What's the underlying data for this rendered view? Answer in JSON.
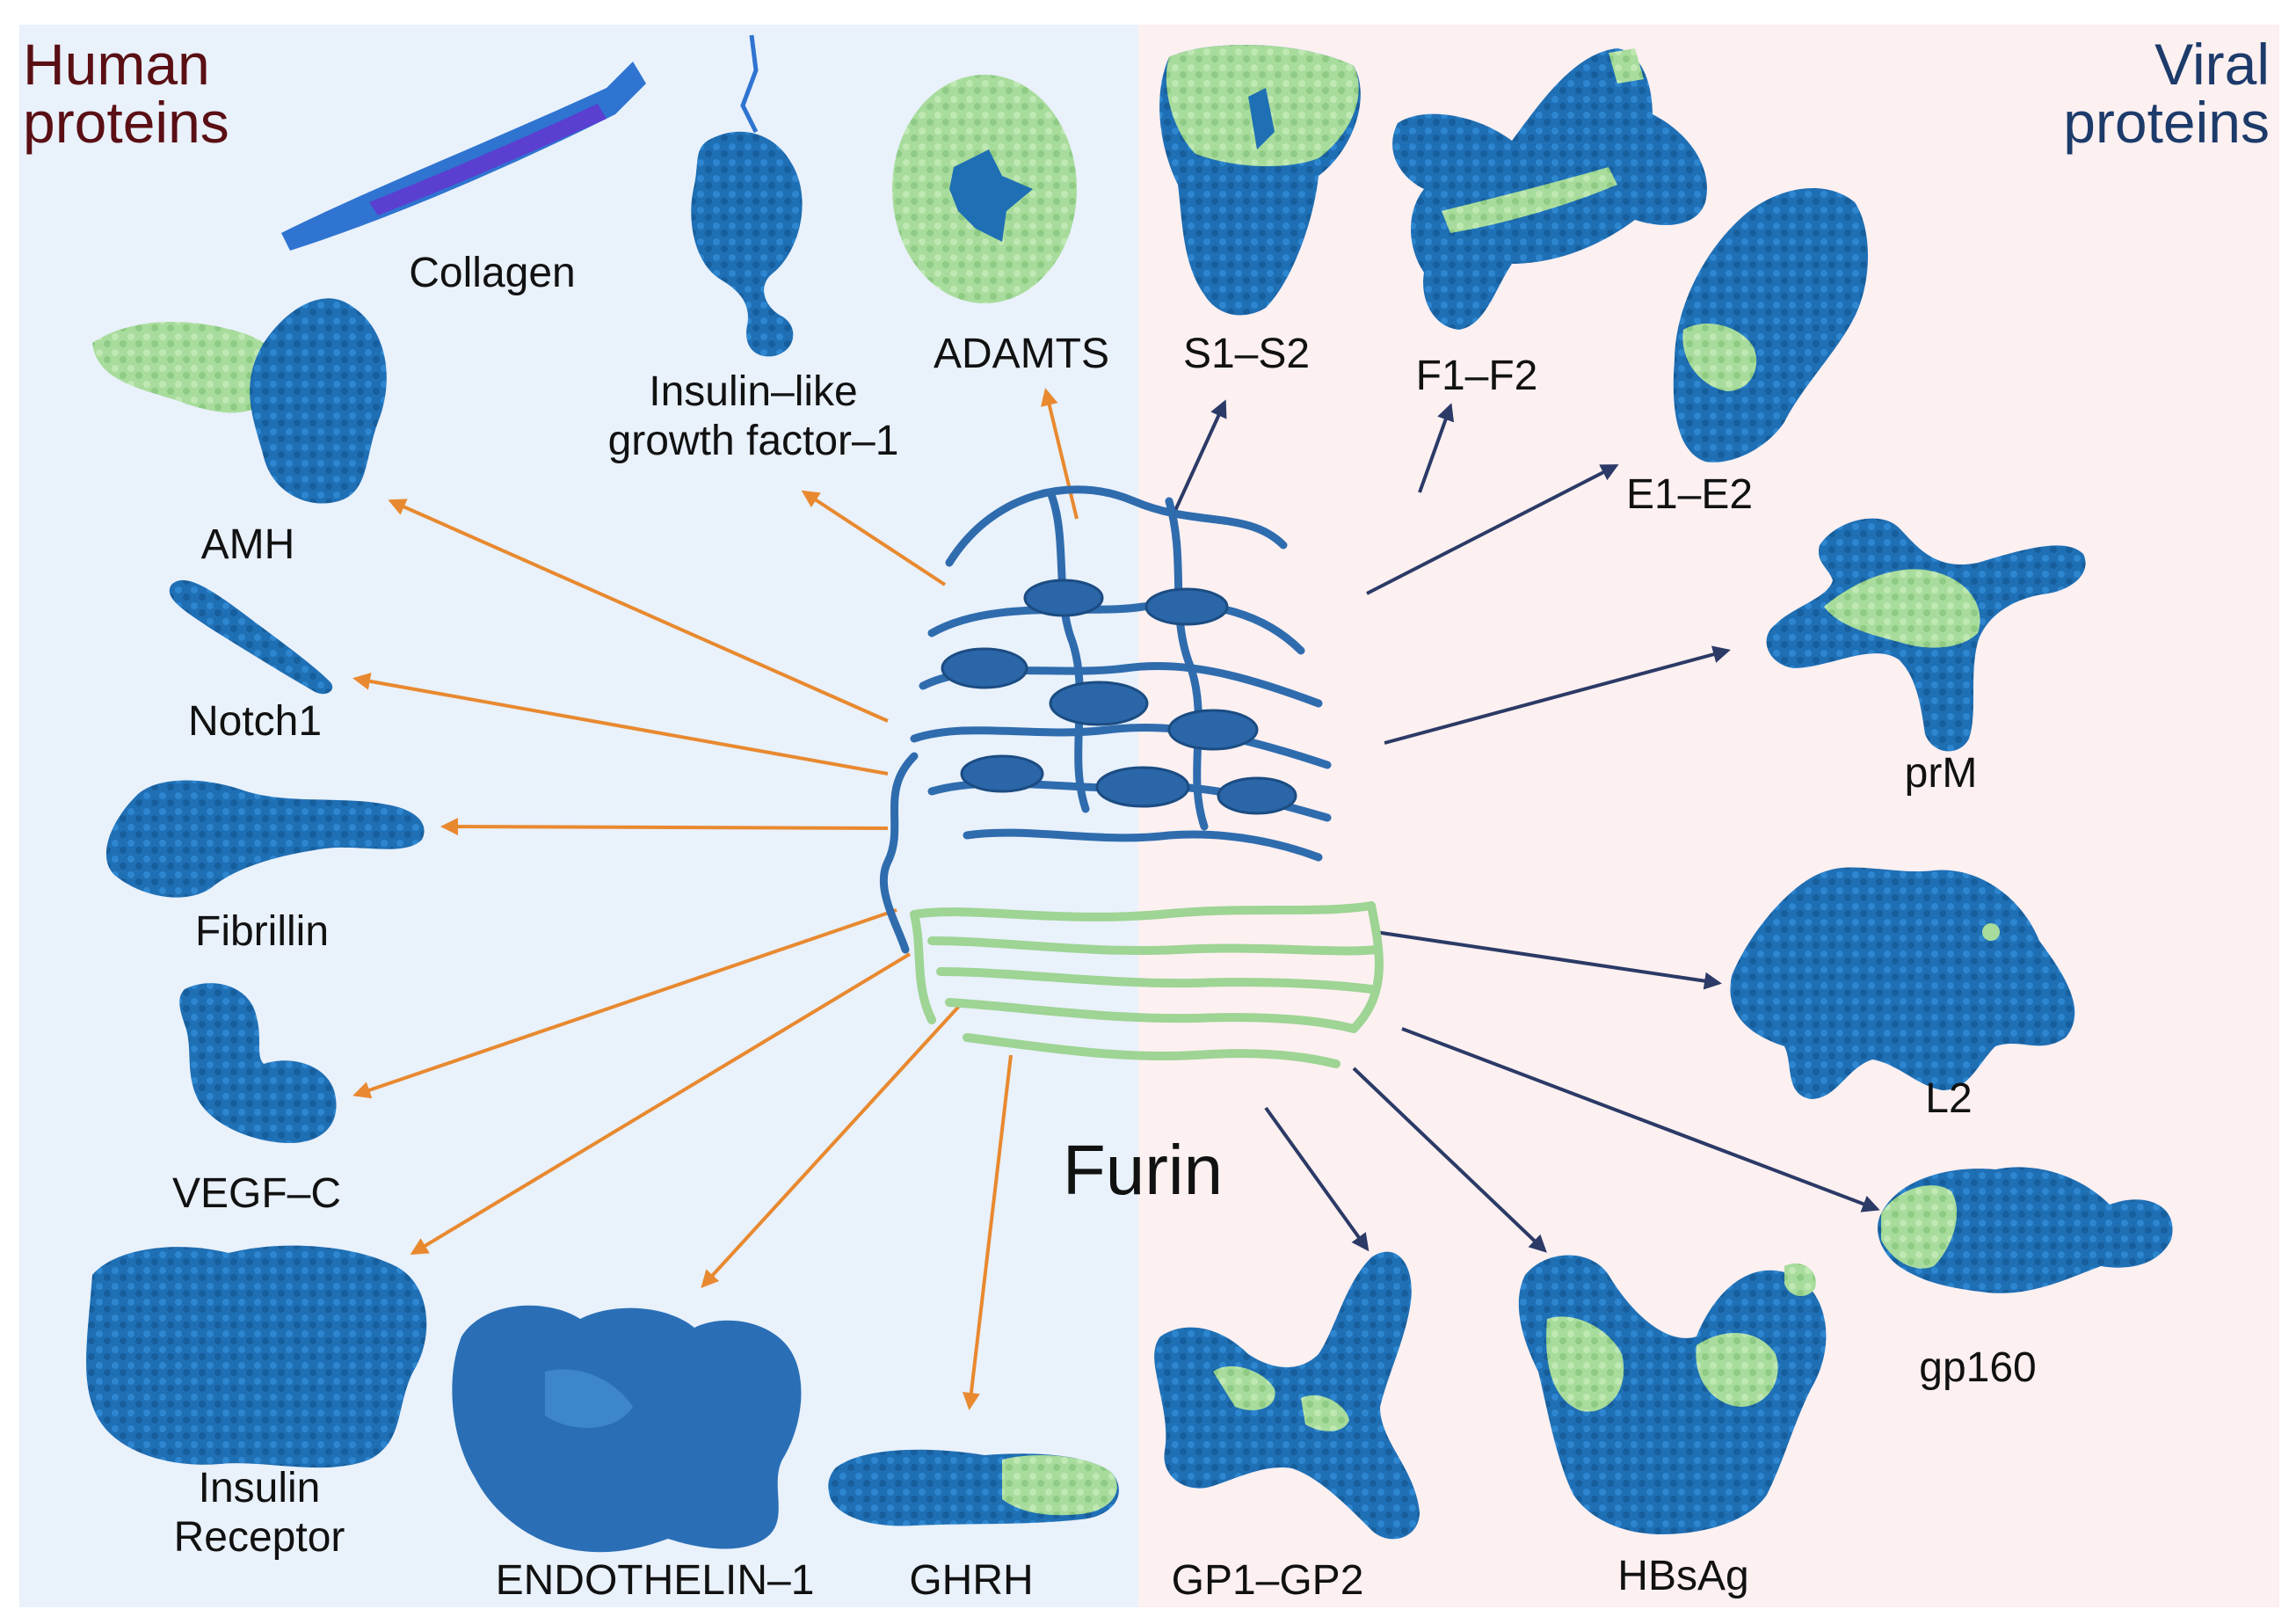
{
  "headings": {
    "human": [
      "Human",
      "proteins"
    ],
    "viral": [
      "Viral",
      "proteins"
    ]
  },
  "center": {
    "label": "Furin"
  },
  "human_proteins": [
    {
      "id": "collagen",
      "label": "Collagen"
    },
    {
      "id": "igf1",
      "label": "Insulin–like growth factor–1",
      "lines": [
        "Insulin–like",
        "growth factor–1"
      ]
    },
    {
      "id": "adamts",
      "label": "ADAMTS"
    },
    {
      "id": "amh",
      "label": "AMH"
    },
    {
      "id": "notch1",
      "label": "Notch1"
    },
    {
      "id": "fibrillin",
      "label": "Fibrillin"
    },
    {
      "id": "vegfc",
      "label": "VEGF–C"
    },
    {
      "id": "insulin-receptor",
      "label": "Insulin Receptor",
      "lines": [
        "Insulin",
        "Receptor"
      ]
    },
    {
      "id": "endothelin1",
      "label": "ENDOTHELIN–1"
    },
    {
      "id": "ghrh",
      "label": "GHRH"
    }
  ],
  "viral_proteins": [
    {
      "id": "s1s2",
      "label": "S1–S2"
    },
    {
      "id": "f1f2",
      "label": "F1–F2"
    },
    {
      "id": "e1e2",
      "label": "E1–E2"
    },
    {
      "id": "prm",
      "label": "prM"
    },
    {
      "id": "l2",
      "label": "L2"
    },
    {
      "id": "gp160",
      "label": "gp160"
    },
    {
      "id": "hbsag",
      "label": "HBsAg"
    },
    {
      "id": "gp1gp2",
      "label": "GP1–GP2"
    }
  ],
  "colors": {
    "human_panel": "#e9f1fb",
    "viral_panel": "#fdf0f1",
    "human_arrow": "#e8892f",
    "viral_arrow": "#2b3a66",
    "protein_blue": "#1f6fb5",
    "protein_green": "#a8dc9c",
    "human_heading": "#5a0f14",
    "viral_heading": "#1c3b6a"
  }
}
